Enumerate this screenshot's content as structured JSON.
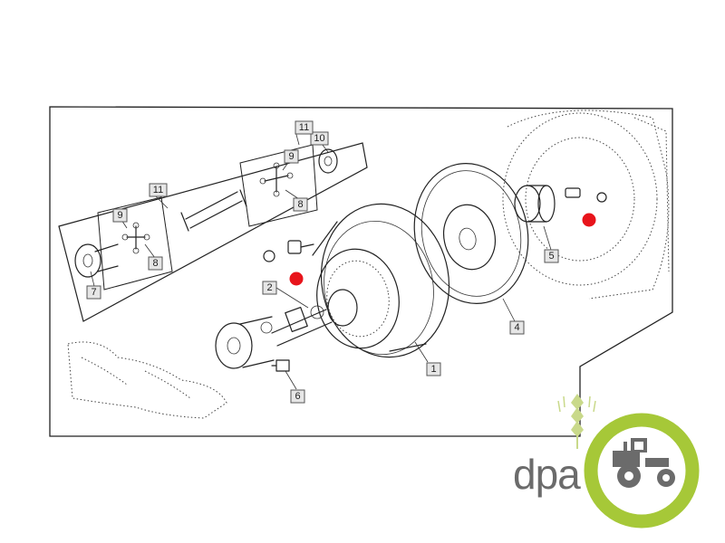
{
  "diagram": {
    "callouts": [
      {
        "id": "c1",
        "label": "1"
      },
      {
        "id": "c2",
        "label": "2"
      },
      {
        "id": "c4",
        "label": "4"
      },
      {
        "id": "c5",
        "label": "5"
      },
      {
        "id": "c6",
        "label": "6"
      },
      {
        "id": "c7",
        "label": "7"
      },
      {
        "id": "c8a",
        "label": "8"
      },
      {
        "id": "c8b",
        "label": "8"
      },
      {
        "id": "c9a",
        "label": "9"
      },
      {
        "id": "c9b",
        "label": "9"
      },
      {
        "id": "c10",
        "label": "10"
      },
      {
        "id": "c11a",
        "label": "11"
      },
      {
        "id": "c11b",
        "label": "11"
      }
    ],
    "highlight_color": "#e8141b"
  },
  "logo": {
    "text": "dpa",
    "colors": {
      "text": "#6b6b6b",
      "ring": "#a6c838",
      "wheat": "#c9d98a"
    },
    "icon": "tractor-icon"
  }
}
